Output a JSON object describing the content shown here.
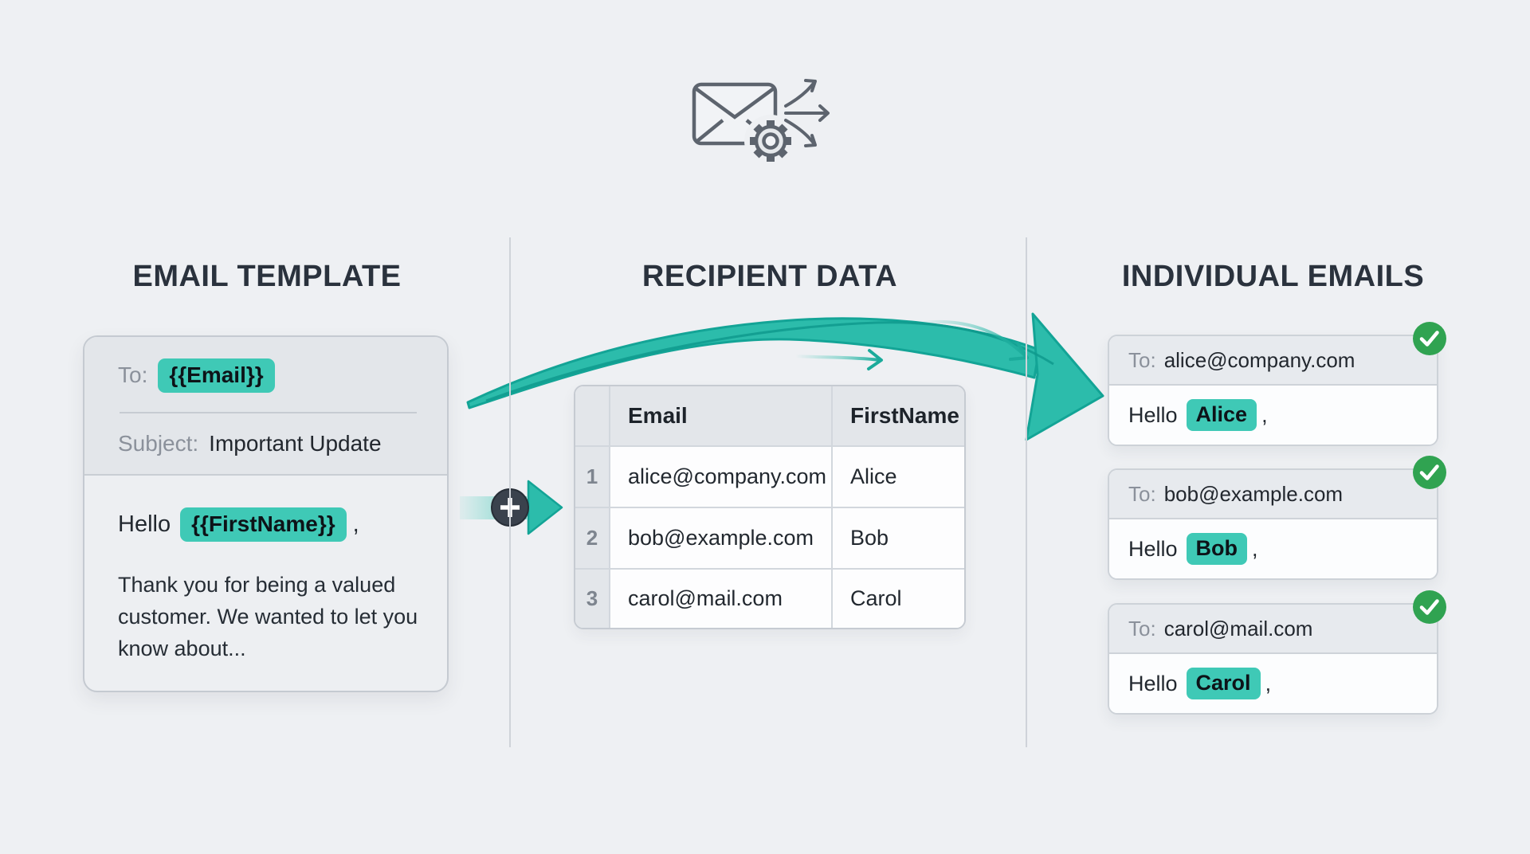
{
  "sections": {
    "template": {
      "heading": "EMAIL TEMPLATE"
    },
    "recipients": {
      "heading": "RECIPIENT DATA"
    },
    "individual": {
      "heading": "INDIVIDUAL EMAILS"
    }
  },
  "template_card": {
    "to_label": "To:",
    "to_token": "{{Email}}",
    "subject_label": "Subject:",
    "subject_value": "Important Update",
    "greeting_prefix": "Hello",
    "greeting_token": "{{FirstName}}",
    "greeting_comma": ",",
    "body_paragraph": "Thank you for being a valued customer. We wanted to let you know about..."
  },
  "recipient_table": {
    "col_email": "Email",
    "col_first_name": "FirstName",
    "rows": [
      {
        "num": "1",
        "email": "alice@company.com",
        "first_name": "Alice"
      },
      {
        "num": "2",
        "email": "bob@example.com",
        "first_name": "Bob"
      },
      {
        "num": "3",
        "email": "carol@mail.com",
        "first_name": "Carol"
      }
    ]
  },
  "individual_emails": [
    {
      "to_label": "To:",
      "to_value": "alice@company.com",
      "greeting_prefix": "Hello",
      "name_token": "Alice",
      "comma": ","
    },
    {
      "to_label": "To:",
      "to_value": "bob@example.com",
      "greeting_prefix": "Hello",
      "name_token": "Bob",
      "comma": ","
    },
    {
      "to_label": "To:",
      "to_value": "carol@mail.com",
      "greeting_prefix": "Hello",
      "name_token": "Carol",
      "comma": ","
    }
  ],
  "colors": {
    "highlight_teal": "#3fc9b6",
    "arrow_teal": "#2cbcab",
    "arrow_teal_dark": "#13a496",
    "success_green": "#30a351",
    "heading_dark": "#2a323d",
    "background": "#eef0f3"
  }
}
